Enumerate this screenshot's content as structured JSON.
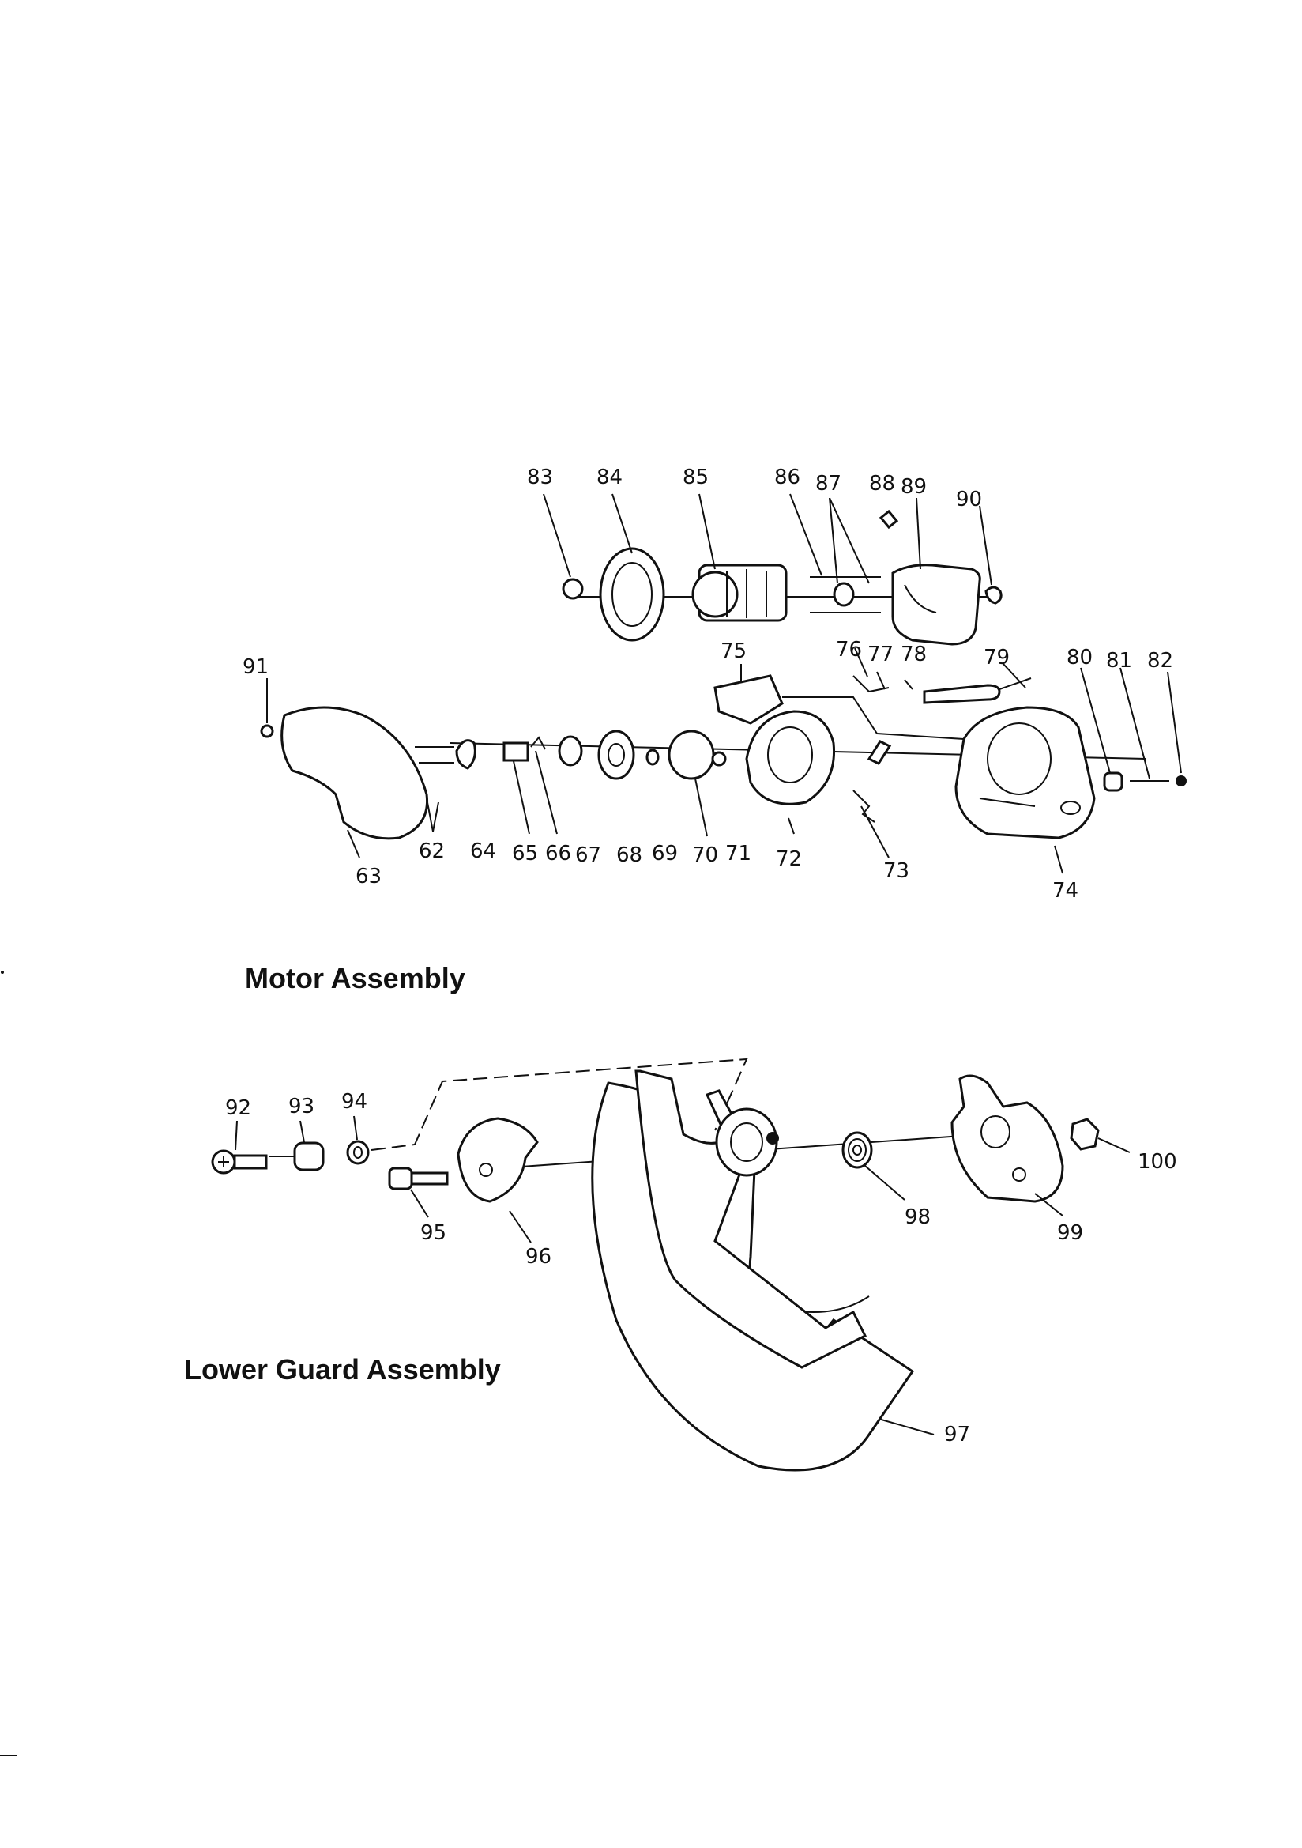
{
  "sections": {
    "motor": {
      "title": "Motor Assembly",
      "callouts": [
        "83",
        "84",
        "85",
        "86",
        "87",
        "88",
        "89",
        "90",
        "91",
        "75",
        "76",
        "77",
        "78",
        "79",
        "80",
        "81",
        "82",
        "62",
        "63",
        "64",
        "65",
        "66",
        "67",
        "68",
        "69",
        "70",
        "71",
        "72",
        "73",
        "74"
      ]
    },
    "lower_guard": {
      "title": "Lower Guard Assembly",
      "callouts": [
        "92",
        "93",
        "94",
        "95",
        "96",
        "97",
        "98",
        "99",
        "100"
      ]
    }
  },
  "colors": {
    "ink": "#111111",
    "paper": "#ffffff"
  }
}
